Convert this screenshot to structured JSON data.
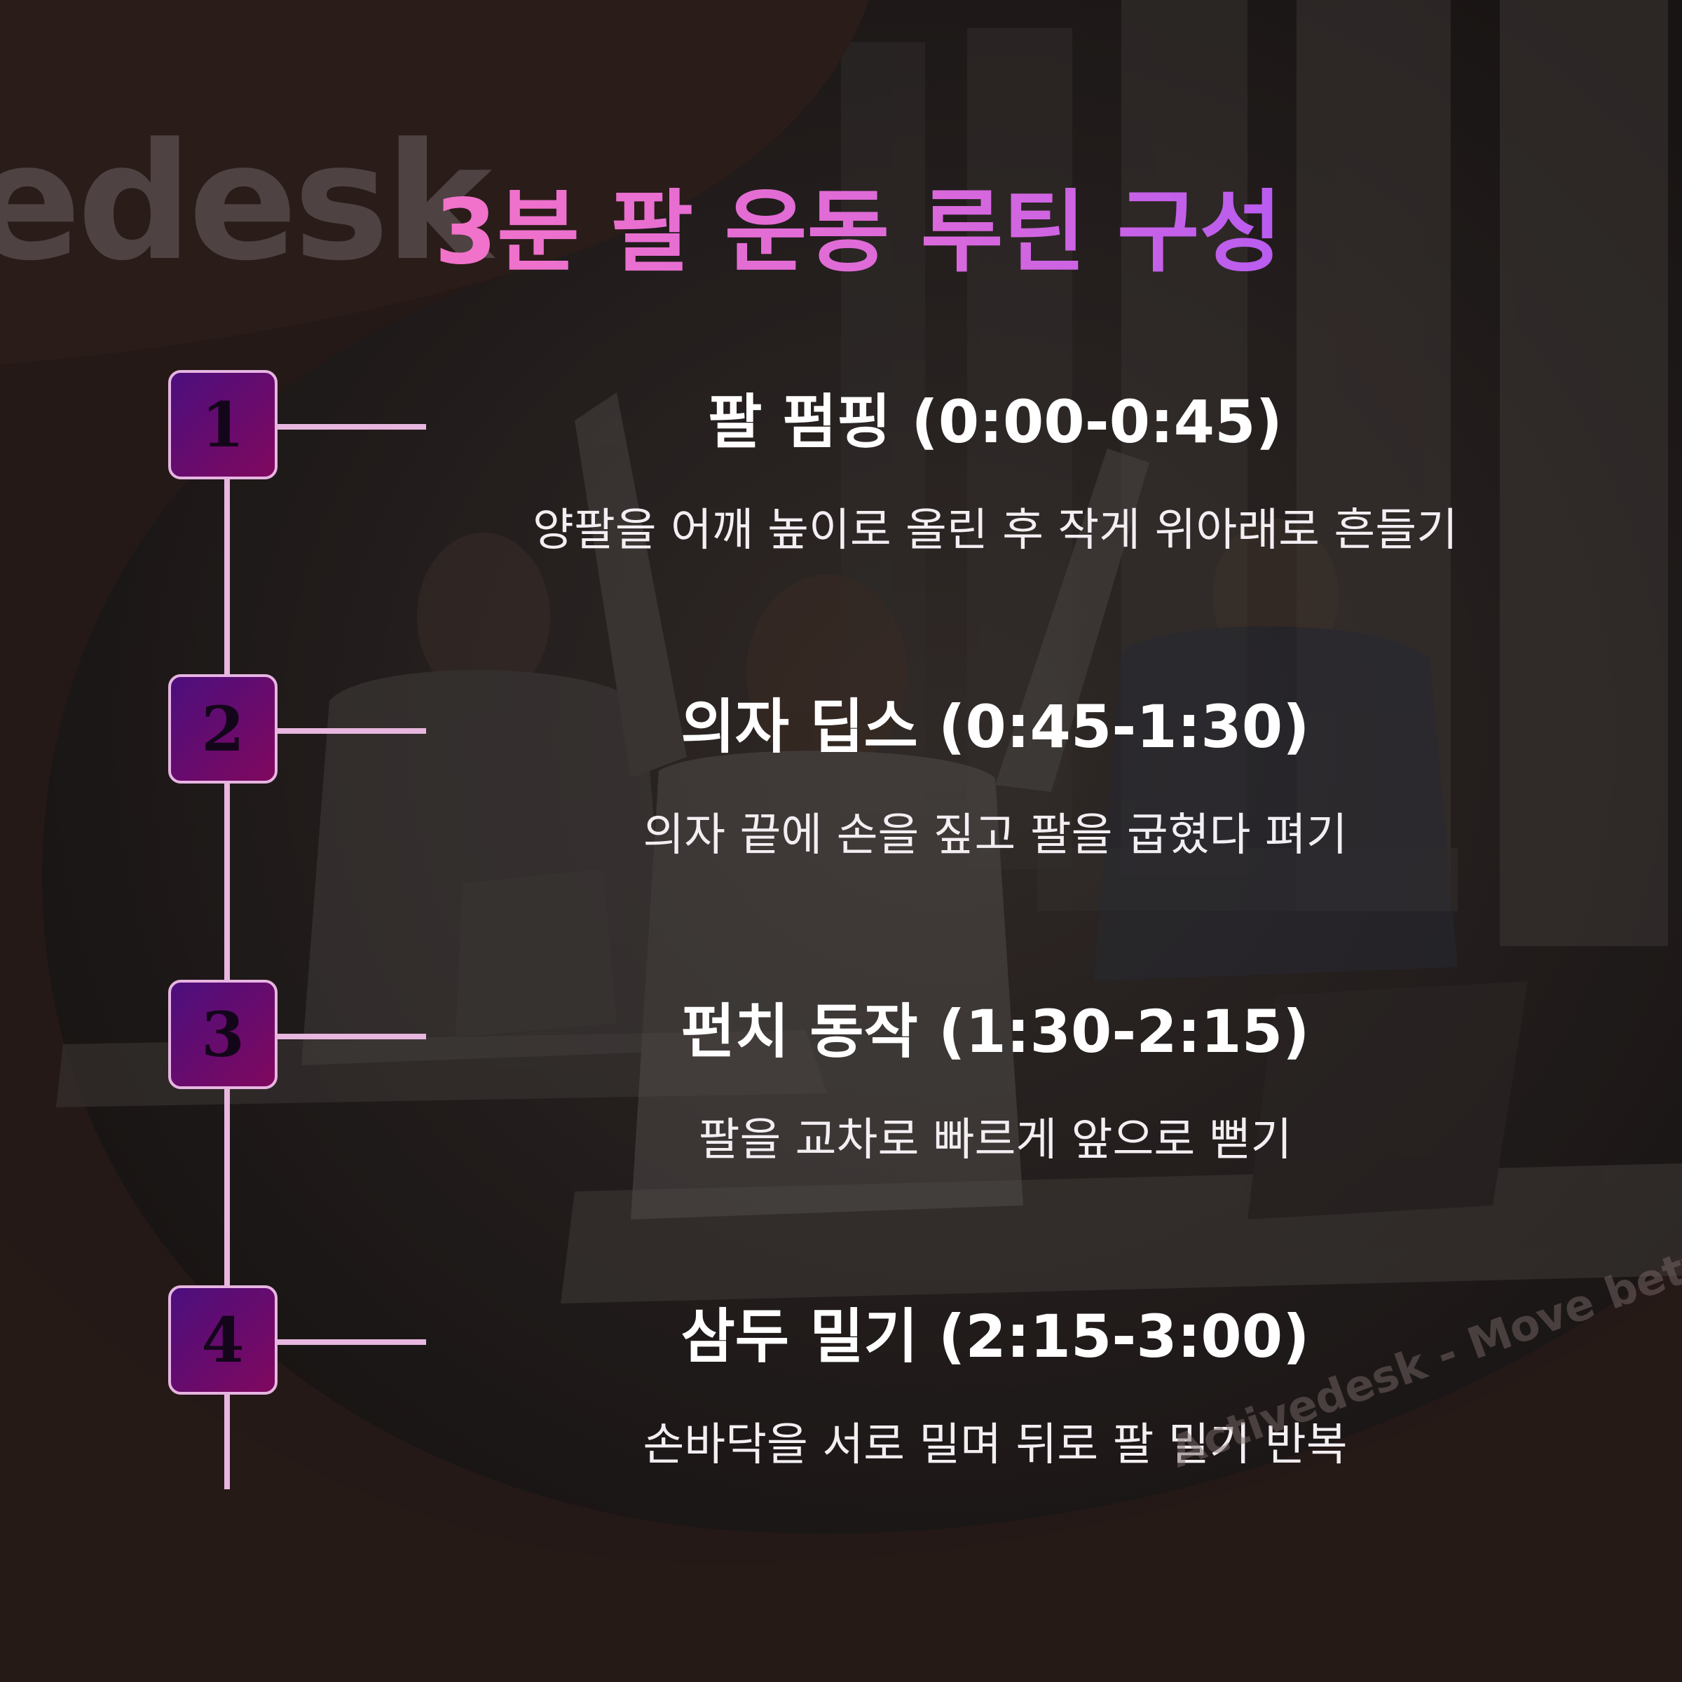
{
  "brand": {
    "logo_text": "edesk",
    "watermark": "Activedesk - Move better, wor"
  },
  "title": "3분 팔 운동 루틴 구성",
  "steps": [
    {
      "number": "1",
      "title": "팔 펌핑 (0:00-0:45)",
      "description": "양팔을 어깨 높이로 올린 후 작게 위아래로 흔들기"
    },
    {
      "number": "2",
      "title": "의자 딥스 (0:45-1:30)",
      "description": "의자 끝에 손을 짚고 팔을 굽혔다 펴기"
    },
    {
      "number": "3",
      "title": "펀치 동작 (1:30-2:15)",
      "description": "팔을 교차로 빠르게 앞으로 뻗기"
    },
    {
      "number": "4",
      "title": "삼두 밀기 (2:15-3:00)",
      "description": "손바닥을 서로 밀며 뒤로 팔 밀기 반복"
    }
  ],
  "colors": {
    "title_gradient_start": "#f273c9",
    "title_gradient_end": "#b95cf0",
    "step_box_start": "#4c0f7e",
    "step_box_end": "#80085e",
    "timeline": "#e7b7df",
    "frame_brown": "#35231f"
  }
}
